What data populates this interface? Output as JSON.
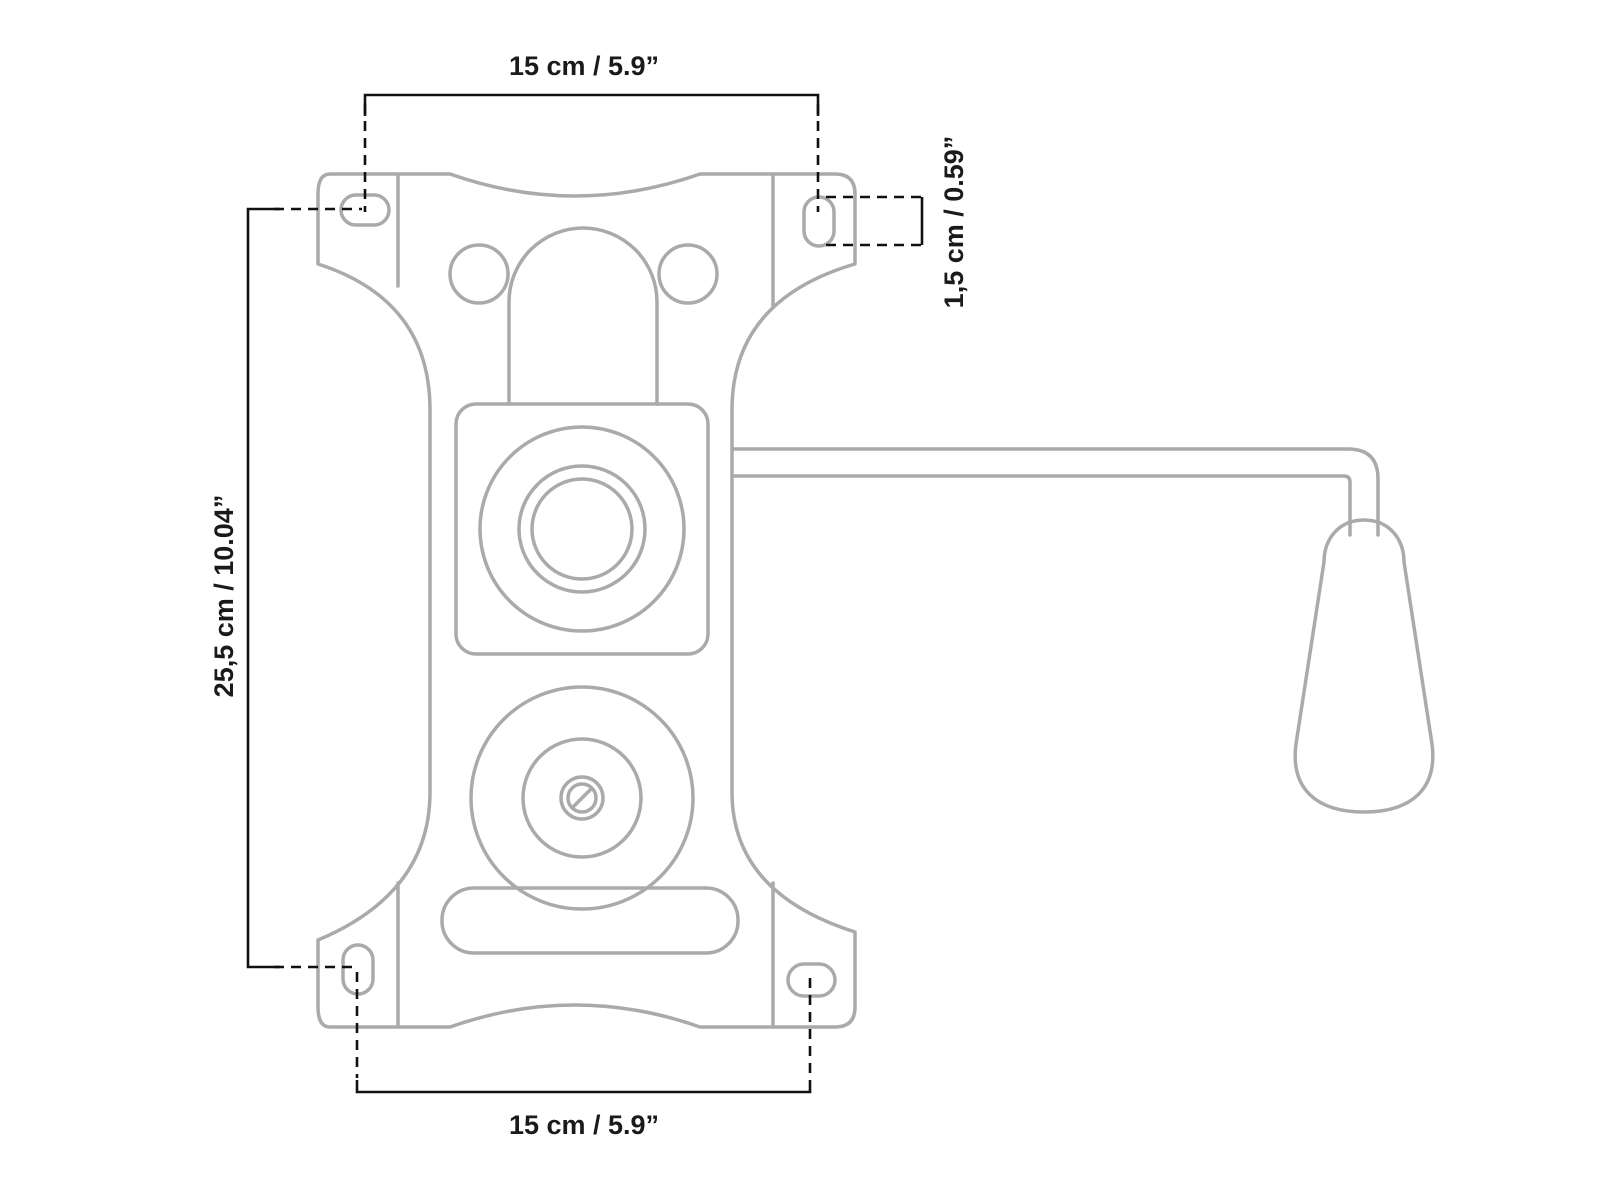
{
  "dimensions": {
    "top_width": "15 cm / 5.9”",
    "bottom_width": "15 cm / 5.9”",
    "height": "25,5 cm / 10.04”",
    "slot": "1,5 cm / 0.59”"
  }
}
